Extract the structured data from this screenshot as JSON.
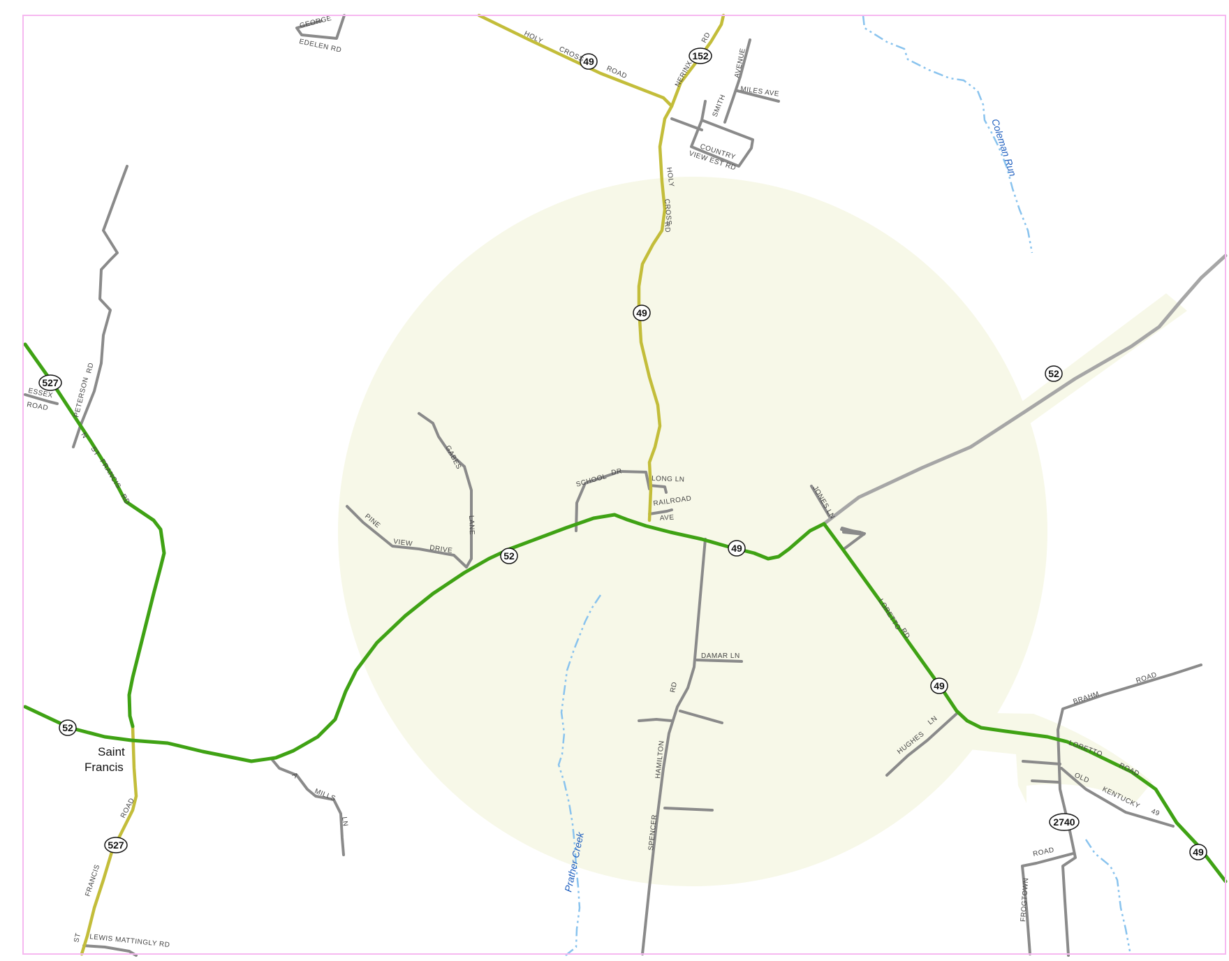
{
  "colors": {
    "frame": "#f6b8f0",
    "highlight": "#f7f8e8",
    "primary_route": "#3fa214",
    "secondary_route": "#c3bd3a",
    "local_road": "#8a8a8a",
    "stream": "#89c3ee"
  },
  "place": {
    "line1": "Saint",
    "line2": "Francis"
  },
  "streams": {
    "coleman": "Coleman Run",
    "prather": "Prather Creek"
  },
  "shields": {
    "s49a": "49",
    "s152": "152",
    "s49b": "49",
    "s52a": "52",
    "s49c": "49",
    "s52b": "52",
    "s527a": "527",
    "s52c": "52",
    "s49d": "49",
    "s527b": "527",
    "s2740": "2740",
    "s49e": "49"
  },
  "roads": {
    "george": "GEORGE",
    "edelen": "EDELEN RD",
    "holy": "HOLY",
    "cross": "CROSS",
    "road": "ROAD",
    "nerinx": "NERINX",
    "nerinx_rd": "RD",
    "avenue": "AVENUE",
    "smith": "SMITH",
    "miles": "MILES AVE",
    "country": "COUNTRY",
    "view_est": "VIEW EST RD",
    "hcr_holy": "HOLY",
    "hcr_cross": "CROSS",
    "hcr_rd": "RD",
    "peterson": "PETERSON",
    "peterson_rd": "RD",
    "essex": "ESSEX",
    "essex_road": "ROAD",
    "n": "N",
    "st": "ST",
    "francis": "FRANCIS",
    "nsf_rd": "RD",
    "gabes": "GABES",
    "lane": "LANE",
    "pine": "PINE",
    "view": "VIEW",
    "drive": "DRIVE",
    "school": "SCHOOL",
    "dr": "DR",
    "long_ln": "LONG LN",
    "railroad": "RAILROAD",
    "ave": "AVE",
    "jones": "JONES LN",
    "loretto": "LORETTO",
    "loretto_rd": "RD",
    "damar": "DAMAR LN",
    "ham_rd": "RD",
    "hamilton": "HAMILTON",
    "spencer": "SPENCER",
    "hughes": "HUGHES",
    "hughes_ln": "LN",
    "brahm": "BRAHM",
    "brahm_road": "ROAD",
    "loretto2": "LORETTO",
    "loretto2_road": "ROAD",
    "old": "OLD",
    "kentucky": "KENTUCKY",
    "k49": "49",
    "frogtown_road": "ROAD",
    "frogtown": "FROGTOWN",
    "a": "A",
    "mills": "MILLS",
    "mills_ln": "LN",
    "sf_road": "ROAD",
    "sf_francis": "FRANCIS",
    "sf_st": "ST",
    "lewis": "LEWIS MATTINGLY RD"
  }
}
